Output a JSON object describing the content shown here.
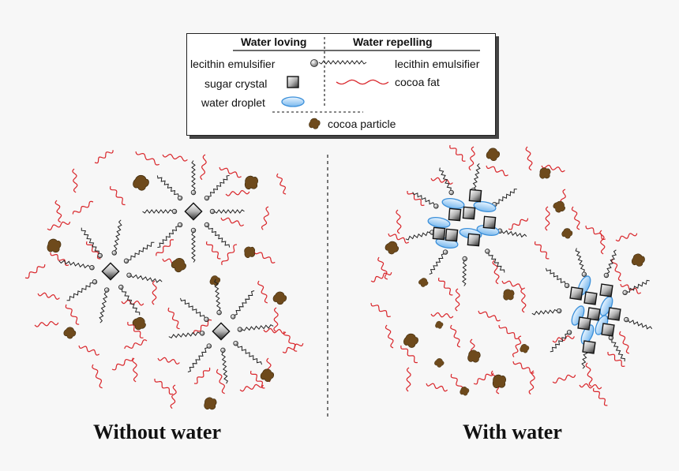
{
  "legend": {
    "header_left": "Water loving",
    "header_right": "Water repelling",
    "items_left": [
      "lecithin emulsifier",
      "sugar crystal",
      "water droplet"
    ],
    "items_right": [
      "lecithin emulsifier",
      "cocoa fat"
    ],
    "item_bottom": "cocoa particle"
  },
  "captions": {
    "left": "Without water",
    "right": "With water"
  },
  "colors": {
    "fat": "#d9262b",
    "cocoa": "#6e4a1c",
    "water": "#a9d3f5",
    "water_edge": "#3b8fd9"
  }
}
